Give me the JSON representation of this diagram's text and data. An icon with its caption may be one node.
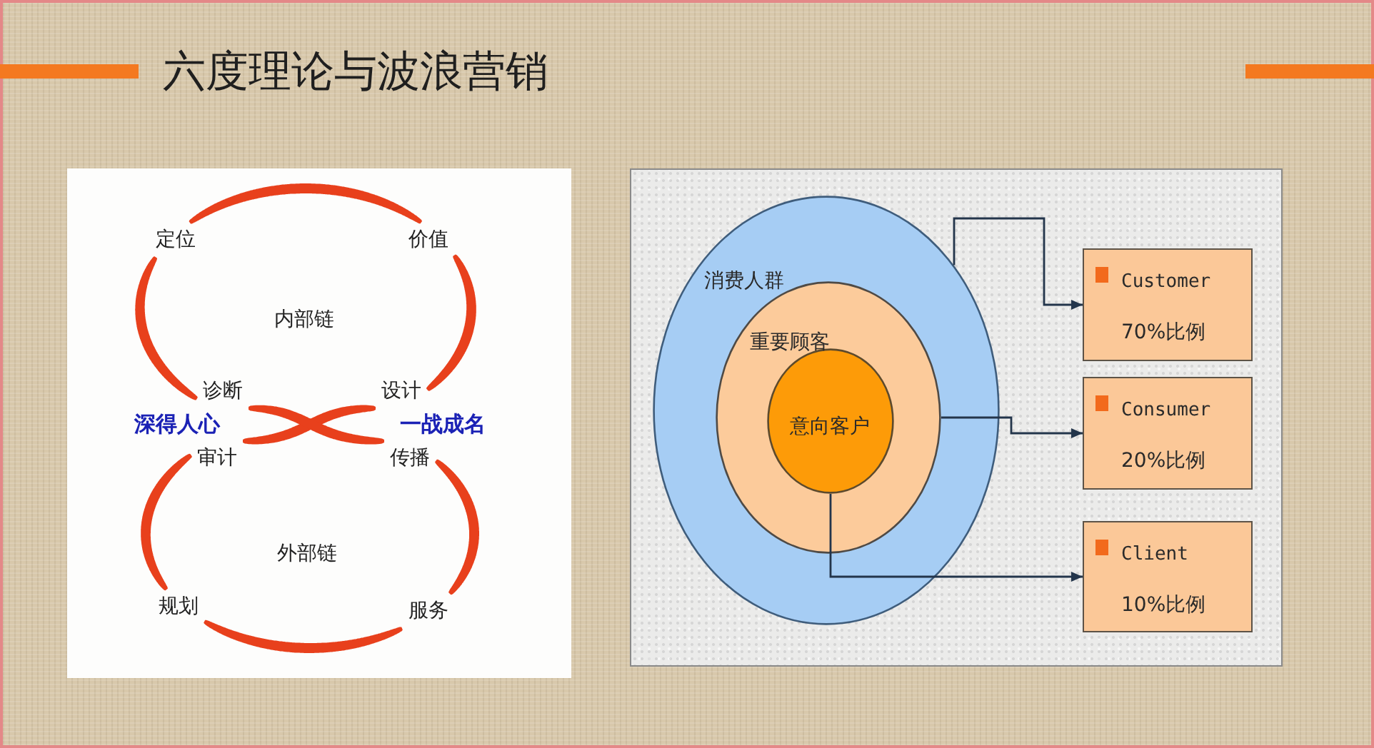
{
  "diagram": {
    "title": "六度理论与波浪营销",
    "nodes": [
      {
        "text": [
          "定位"
        ]
      },
      {
        "text": [
          "价值"
        ]
      },
      {
        "text": [
          "诊断"
        ]
      },
      {
        "text": [
          "设计"
        ]
      },
      {
        "text": [
          "审计"
        ]
      },
      {
        "text": [
          "传播"
        ]
      },
      {
        "text": [
          "规划"
        ]
      },
      {
        "text": [
          "服务"
        ]
      },
      {
        "text": [
          "消费人群"
        ]
      },
      {
        "text": [
          "重要顾客"
        ],
        "in": 8
      },
      {
        "text": [
          "意向客户"
        ],
        "in": 9
      },
      {
        "text": [
          "Customer",
          "70%比例"
        ]
      },
      {
        "text": [
          "Consumer",
          "20%比例"
        ]
      },
      {
        "text": [
          "Client",
          "10%比例"
        ]
      }
    ],
    "edges": [
      {
        "from": 0,
        "to": 1,
        "arrow": "none",
        "style": "thick",
        "color": "#e8401c"
      },
      {
        "from": 1,
        "to": 3,
        "arrow": "none",
        "style": "thick",
        "color": "#e8401c"
      },
      {
        "from": 3,
        "to": 4,
        "arrow": "none",
        "style": "thick",
        "color": "#e8401c"
      },
      {
        "from": 4,
        "to": 6,
        "arrow": "none",
        "style": "thick",
        "color": "#e8401c"
      },
      {
        "from": 6,
        "to": 7,
        "arrow": "none",
        "style": "thick",
        "color": "#e8401c"
      },
      {
        "from": 7,
        "to": 5,
        "arrow": "none",
        "style": "thick",
        "color": "#e8401c"
      },
      {
        "from": 5,
        "to": 2,
        "arrow": "none",
        "style": "thick",
        "color": "#e8401c"
      },
      {
        "from": 2,
        "to": 0,
        "arrow": "none",
        "style": "thick",
        "color": "#e8401c"
      },
      {
        "from": 8,
        "to": 11,
        "arrow": "to"
      },
      {
        "from": 9,
        "to": 12,
        "arrow": "to"
      },
      {
        "from": 10,
        "to": 13,
        "arrow": "to"
      }
    ],
    "labels": [
      "内部链",
      "深得人心",
      "一战成名",
      "外部链"
    ]
  }
}
